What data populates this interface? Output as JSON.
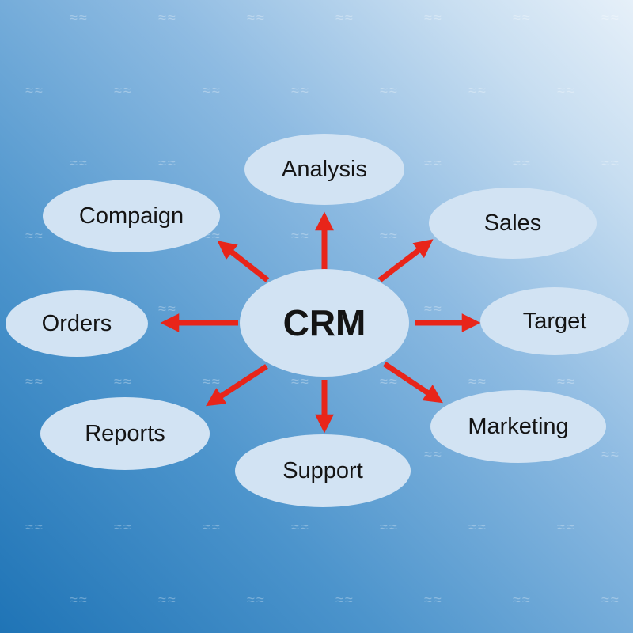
{
  "diagram": {
    "center": {
      "label": "CRM"
    },
    "nodes": [
      {
        "id": "Analysis",
        "label": "Analysis"
      },
      {
        "id": "Sales",
        "label": "Sales"
      },
      {
        "id": "Target",
        "label": "Target"
      },
      {
        "id": "Marketing",
        "label": "Marketing"
      },
      {
        "id": "Support",
        "label": "Support"
      },
      {
        "id": "Reports",
        "label": "Reports"
      },
      {
        "id": "Orders",
        "label": "Orders"
      },
      {
        "id": "Compaign",
        "label": "Compaign"
      }
    ],
    "edges": [
      {
        "from": "CRM",
        "to": "Analysis"
      },
      {
        "from": "CRM",
        "to": "Sales"
      },
      {
        "from": "CRM",
        "to": "Target"
      },
      {
        "from": "CRM",
        "to": "Marketing"
      },
      {
        "from": "CRM",
        "to": "Support"
      },
      {
        "from": "CRM",
        "to": "Reports"
      },
      {
        "from": "CRM",
        "to": "Orders"
      },
      {
        "from": "CRM",
        "to": "Compaign"
      }
    ],
    "colors": {
      "arrow": "#e8251a",
      "node_fill": "#d2e3f3",
      "label_text": "#141414",
      "background_dark": "#1f74b6",
      "background_light": "#e6f0f9"
    },
    "watermark_symbol": "≈"
  }
}
